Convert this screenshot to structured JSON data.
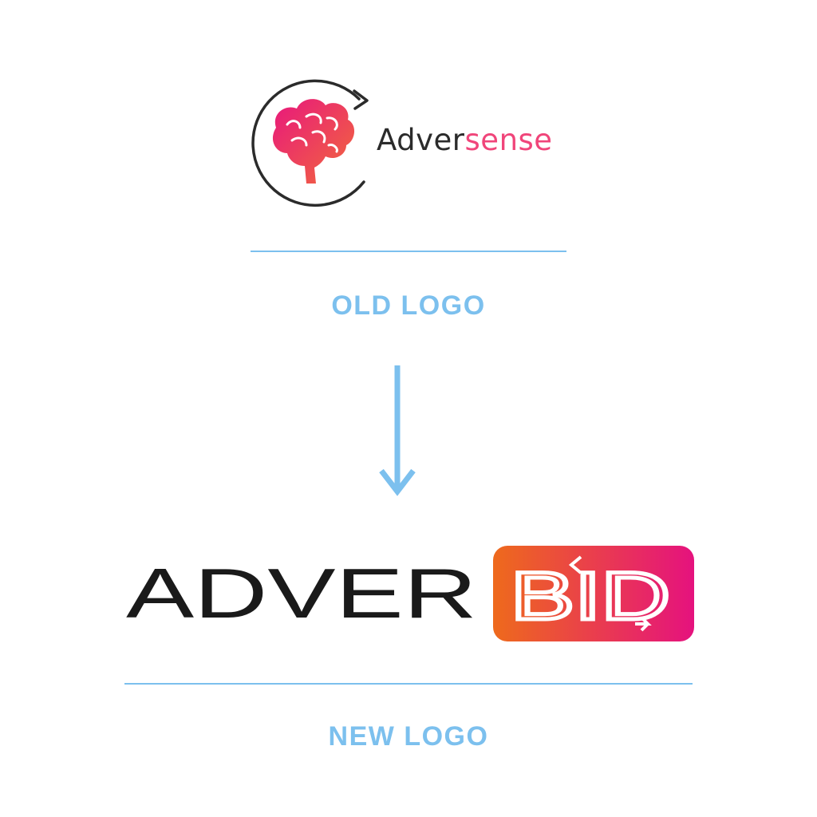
{
  "old_logo": {
    "wordmark_dark": "Adver",
    "wordmark_accent": "sense",
    "icon": "brain-icon",
    "ring_icon": "circular-arrow-icon"
  },
  "captions": {
    "old": "OLD LOGO",
    "new": "NEW LOGO"
  },
  "new_logo": {
    "wordmark_dark": "ADVER",
    "badge_text": "BID",
    "badge_gradient": [
      "#ee6a1c",
      "#e5127e"
    ]
  },
  "colors": {
    "accent_blue": "#7cc0ee",
    "brand_pink": "#f0457a",
    "text_dark": "#1a1a1a"
  }
}
